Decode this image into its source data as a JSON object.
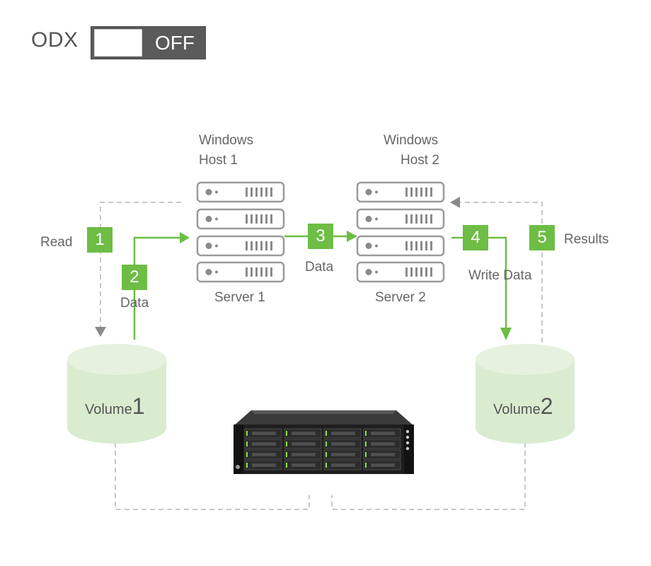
{
  "odx": {
    "label": "ODX",
    "toggle_state": "OFF"
  },
  "hosts": [
    {
      "line1": "Windows",
      "line2": "Host 1",
      "server_label": "Server 1"
    },
    {
      "line1": "Windows",
      "line2": "Host 2",
      "server_label": "Server 2"
    }
  ],
  "steps": [
    {
      "number": "1",
      "label": "Read"
    },
    {
      "number": "2",
      "label": "Data"
    },
    {
      "number": "3",
      "label": "Data"
    },
    {
      "number": "4",
      "label": "Write Data"
    },
    {
      "number": "5",
      "label": "Results"
    }
  ],
  "volumes": [
    {
      "text": "Volume",
      "number": "1"
    },
    {
      "text": "Volume",
      "number": "2"
    }
  ],
  "colors": {
    "accent": "#6ebd45",
    "volume_fill": "#d9ecd0",
    "dashed": "#c8c8c8",
    "server_outline": "#9a9a9a"
  }
}
